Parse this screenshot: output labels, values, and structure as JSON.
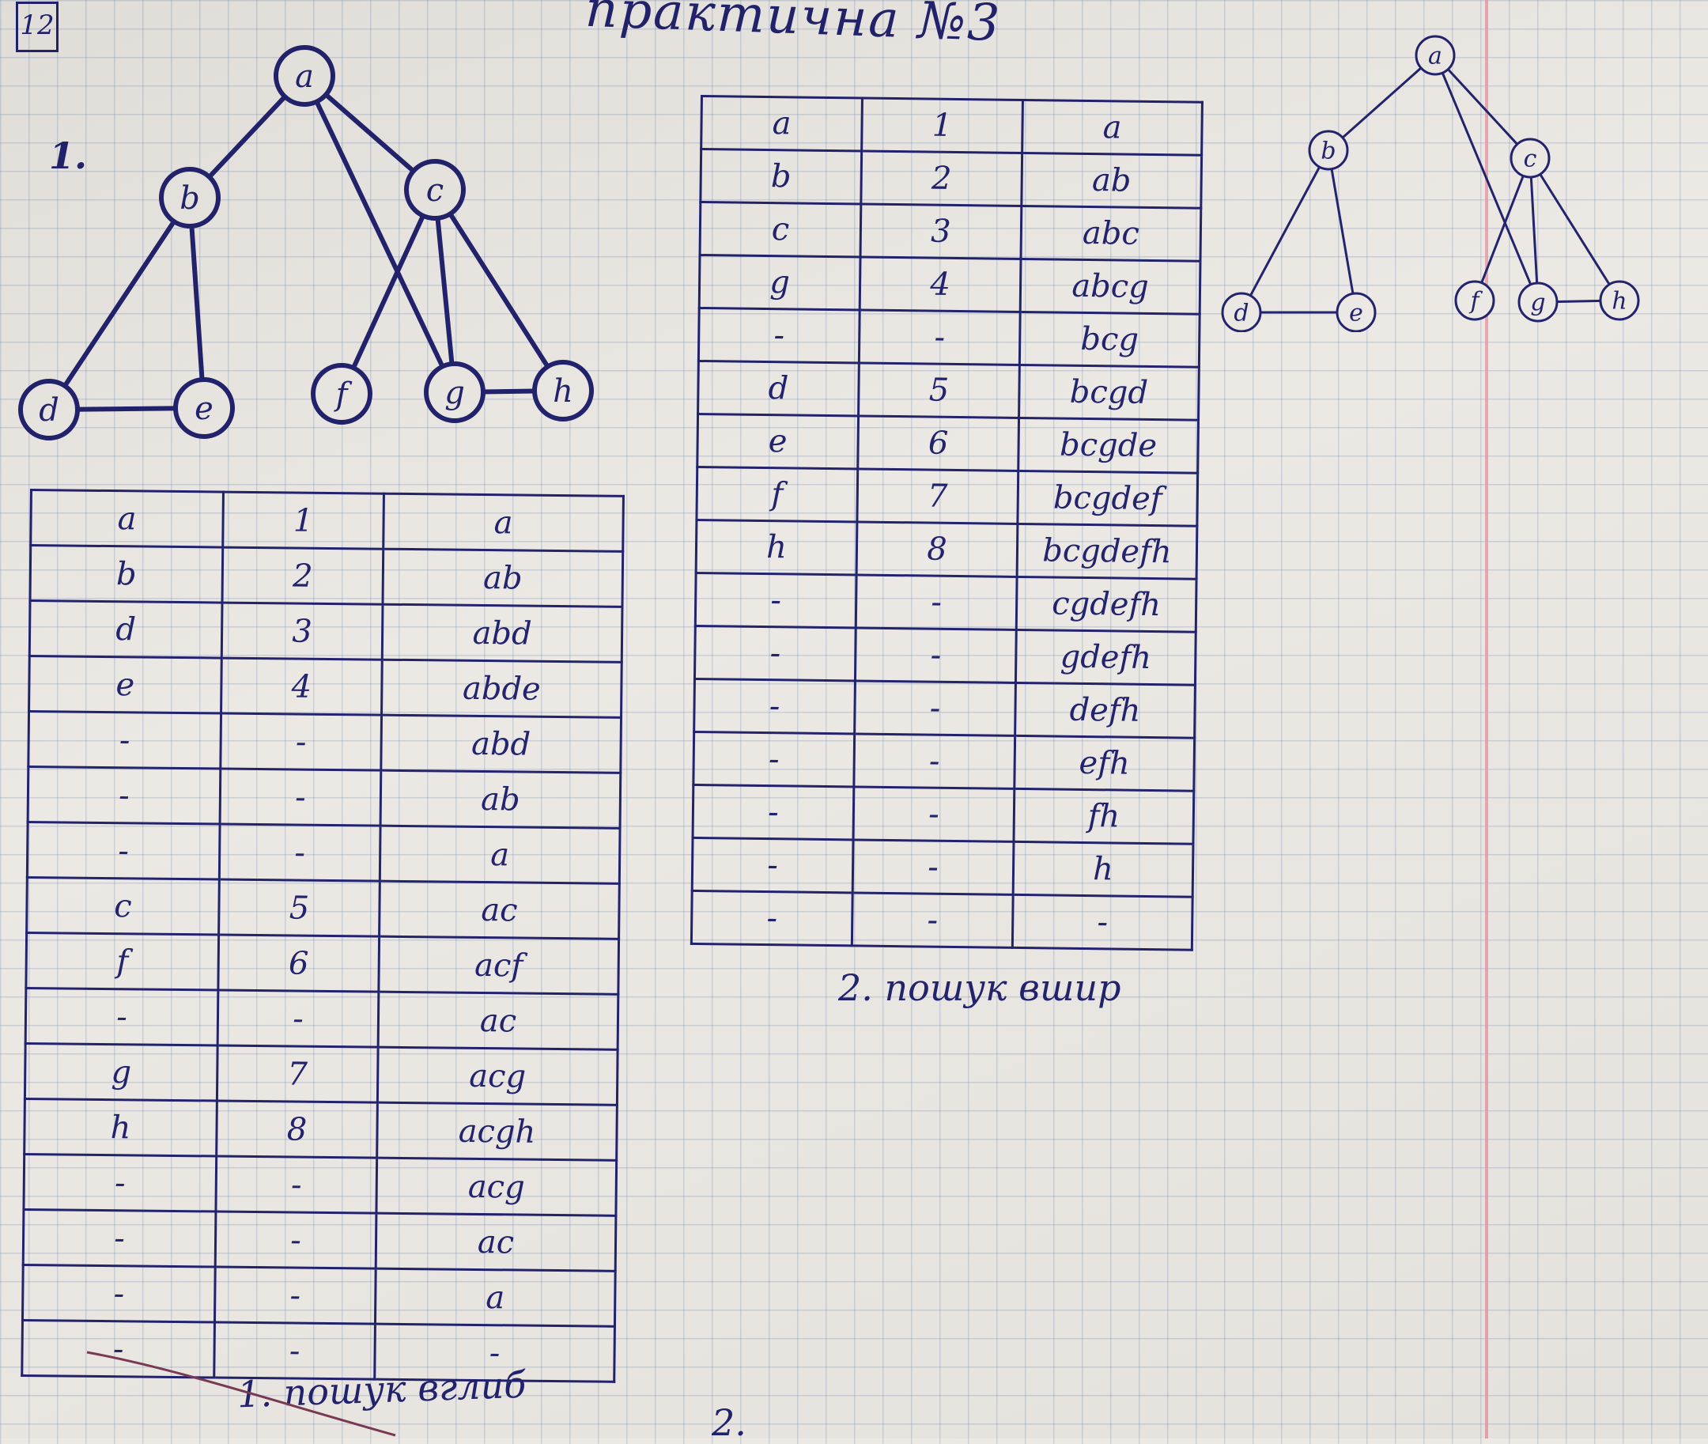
{
  "page": {
    "title": "практична №3",
    "corner_mark": "12",
    "task1_number": "1.",
    "caption_bottom": "1. пошук вглиб",
    "caption_bottom_fragment": "2.",
    "caption_right": "2. пошук вшир"
  },
  "graph_left": {
    "nodes": [
      {
        "id": "a",
        "label": "a"
      },
      {
        "id": "b",
        "label": "b"
      },
      {
        "id": "c",
        "label": "c"
      },
      {
        "id": "d",
        "label": "d"
      },
      {
        "id": "e",
        "label": "e"
      },
      {
        "id": "f",
        "label": "f"
      },
      {
        "id": "g",
        "label": "g"
      },
      {
        "id": "h",
        "label": "h"
      }
    ],
    "edges": [
      [
        "a",
        "b"
      ],
      [
        "a",
        "c"
      ],
      [
        "a",
        "g"
      ],
      [
        "b",
        "d"
      ],
      [
        "b",
        "e"
      ],
      [
        "d",
        "e"
      ],
      [
        "c",
        "f"
      ],
      [
        "c",
        "g"
      ],
      [
        "c",
        "h"
      ],
      [
        "g",
        "h"
      ]
    ]
  },
  "graph_right": {
    "nodes": [
      {
        "id": "a",
        "label": "a"
      },
      {
        "id": "b",
        "label": "b"
      },
      {
        "id": "c",
        "label": "c"
      },
      {
        "id": "d",
        "label": "d"
      },
      {
        "id": "e",
        "label": "e"
      },
      {
        "id": "f",
        "label": "f"
      },
      {
        "id": "g",
        "label": "g"
      },
      {
        "id": "h",
        "label": "h"
      }
    ],
    "edges": [
      [
        "a",
        "b"
      ],
      [
        "a",
        "c"
      ],
      [
        "a",
        "g"
      ],
      [
        "b",
        "d"
      ],
      [
        "b",
        "e"
      ],
      [
        "d",
        "e"
      ],
      [
        "c",
        "f"
      ],
      [
        "c",
        "g"
      ],
      [
        "c",
        "h"
      ],
      [
        "g",
        "h"
      ]
    ]
  },
  "table_dfs": [
    [
      "a",
      "1",
      "a"
    ],
    [
      "b",
      "2",
      "ab"
    ],
    [
      "d",
      "3",
      "abd"
    ],
    [
      "e",
      "4",
      "abde"
    ],
    [
      "-",
      "-",
      "abd"
    ],
    [
      "-",
      "-",
      "ab"
    ],
    [
      "-",
      "-",
      "a"
    ],
    [
      "c",
      "5",
      "ac"
    ],
    [
      "f",
      "6",
      "acf"
    ],
    [
      "-",
      "-",
      "ac"
    ],
    [
      "g",
      "7",
      "acg"
    ],
    [
      "h",
      "8",
      "acgh"
    ],
    [
      "-",
      "-",
      "acg"
    ],
    [
      "-",
      "-",
      "ac"
    ],
    [
      "-",
      "-",
      "a"
    ],
    [
      "-",
      "-",
      "-"
    ]
  ],
  "table_bfs": [
    [
      "a",
      "1",
      "a"
    ],
    [
      "b",
      "2",
      "ab"
    ],
    [
      "c",
      "3",
      "abc"
    ],
    [
      "g",
      "4",
      "abcg"
    ],
    [
      "-",
      "-",
      "bcg"
    ],
    [
      "d",
      "5",
      "bcgd"
    ],
    [
      "e",
      "6",
      "bcgde"
    ],
    [
      "f",
      "7",
      "bcgdef"
    ],
    [
      "h",
      "8",
      "bcgdefh"
    ],
    [
      "-",
      "-",
      "cgdefh"
    ],
    [
      "-",
      "-",
      "gdefh"
    ],
    [
      "-",
      "-",
      "defh"
    ],
    [
      "-",
      "-",
      "efh"
    ],
    [
      "-",
      "-",
      "fh"
    ],
    [
      "-",
      "-",
      "h"
    ],
    [
      "-",
      "-",
      "-"
    ]
  ]
}
